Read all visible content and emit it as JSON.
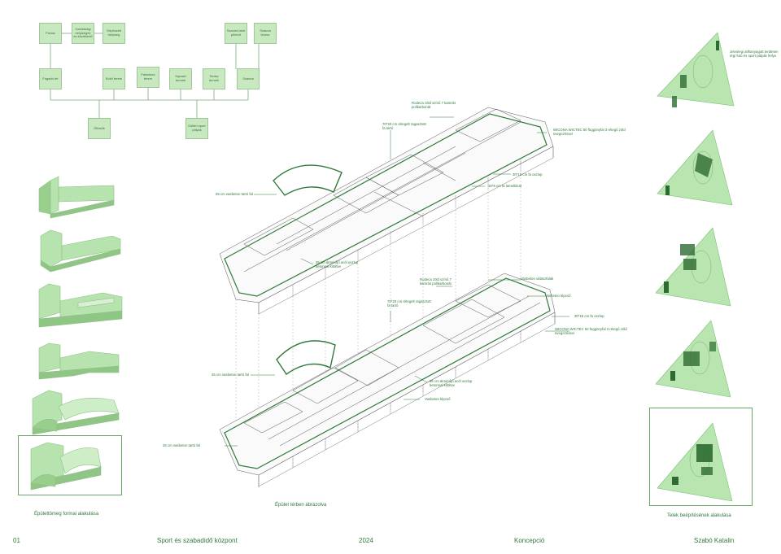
{
  "program": {
    "boxes": [
      {
        "id": "portas",
        "label": "Portás"
      },
      {
        "id": "gazd",
        "label": "Gazdasági helyiségek és közlekedő"
      },
      {
        "id": "gep",
        "label": "Gépészeti helyiség"
      },
      {
        "id": "szauna_pih",
        "label": "Szauna bent pihenő"
      },
      {
        "id": "szauna_terasz",
        "label": "Szauna terasz"
      },
      {
        "id": "fogado",
        "label": "Fogadó tér"
      },
      {
        "id": "edzo",
        "label": "Edző terem"
      },
      {
        "id": "falmaszo",
        "label": "Falmászó terem"
      },
      {
        "id": "squash",
        "label": "Squash termek"
      },
      {
        "id": "tenisz",
        "label": "Tenisz termek"
      },
      {
        "id": "szauna",
        "label": "Szauna"
      },
      {
        "id": "oltozok",
        "label": "Öltözők"
      },
      {
        "id": "kulteri",
        "label": "Kültéri sport pályák"
      }
    ]
  },
  "annotations": {
    "upper": [
      "Rodeca zöld színű 7 kamrás polikarbonát",
      "70*20 cm rétegelt ragasztott fa tartó",
      "WICONA WICTEC 50 függönyfal 3 rétegű zöld üvegezéssel",
      "30*15 cm fa oszlop",
      "15*5 cm fa lamellázat",
      "25 cm vasbeton tartó fal",
      "25 cm átmérőjű acél oszlop betonnal kitöltve"
    ],
    "lower": [
      "Vasbeton válaszfalak",
      "Rodeca zöld színű 7 kamrás polikarbonát",
      "Vasbeton lépcső",
      "70*20 cm rétegelt ragasztott fa tartó",
      "30*15 cm fa oszlop",
      "WICONA WICTEC 50 függönyfal 3 rétegű zöld üvegezéssel",
      "25 cm vasbeton tartó fal",
      "25 cm átmérőjű acél oszlop betonnal kitöltve",
      "Vasbeton lépcső",
      "25 cm vasbeton tartó fal"
    ]
  },
  "site_note": "Jelenlegi atlhanyagott területen régi futó és sport pályák helye",
  "captions": {
    "massing": "Épülettömeg formai alakulása",
    "axon": "Épület térben ábrázolva",
    "site": "Telek beépítésének alakulása"
  },
  "footer": {
    "number": "01",
    "project": "Sport és szabadidő központ",
    "year": "2024",
    "section": "Koncepció",
    "author": "Szabó Katalin"
  },
  "colors": {
    "accent": "#2f7a3a",
    "box_fill": "#c8e8c0",
    "mass_fill": "#a9dca0",
    "site_fill": "#b9e6b0",
    "dark_green": "#2e6b33"
  }
}
